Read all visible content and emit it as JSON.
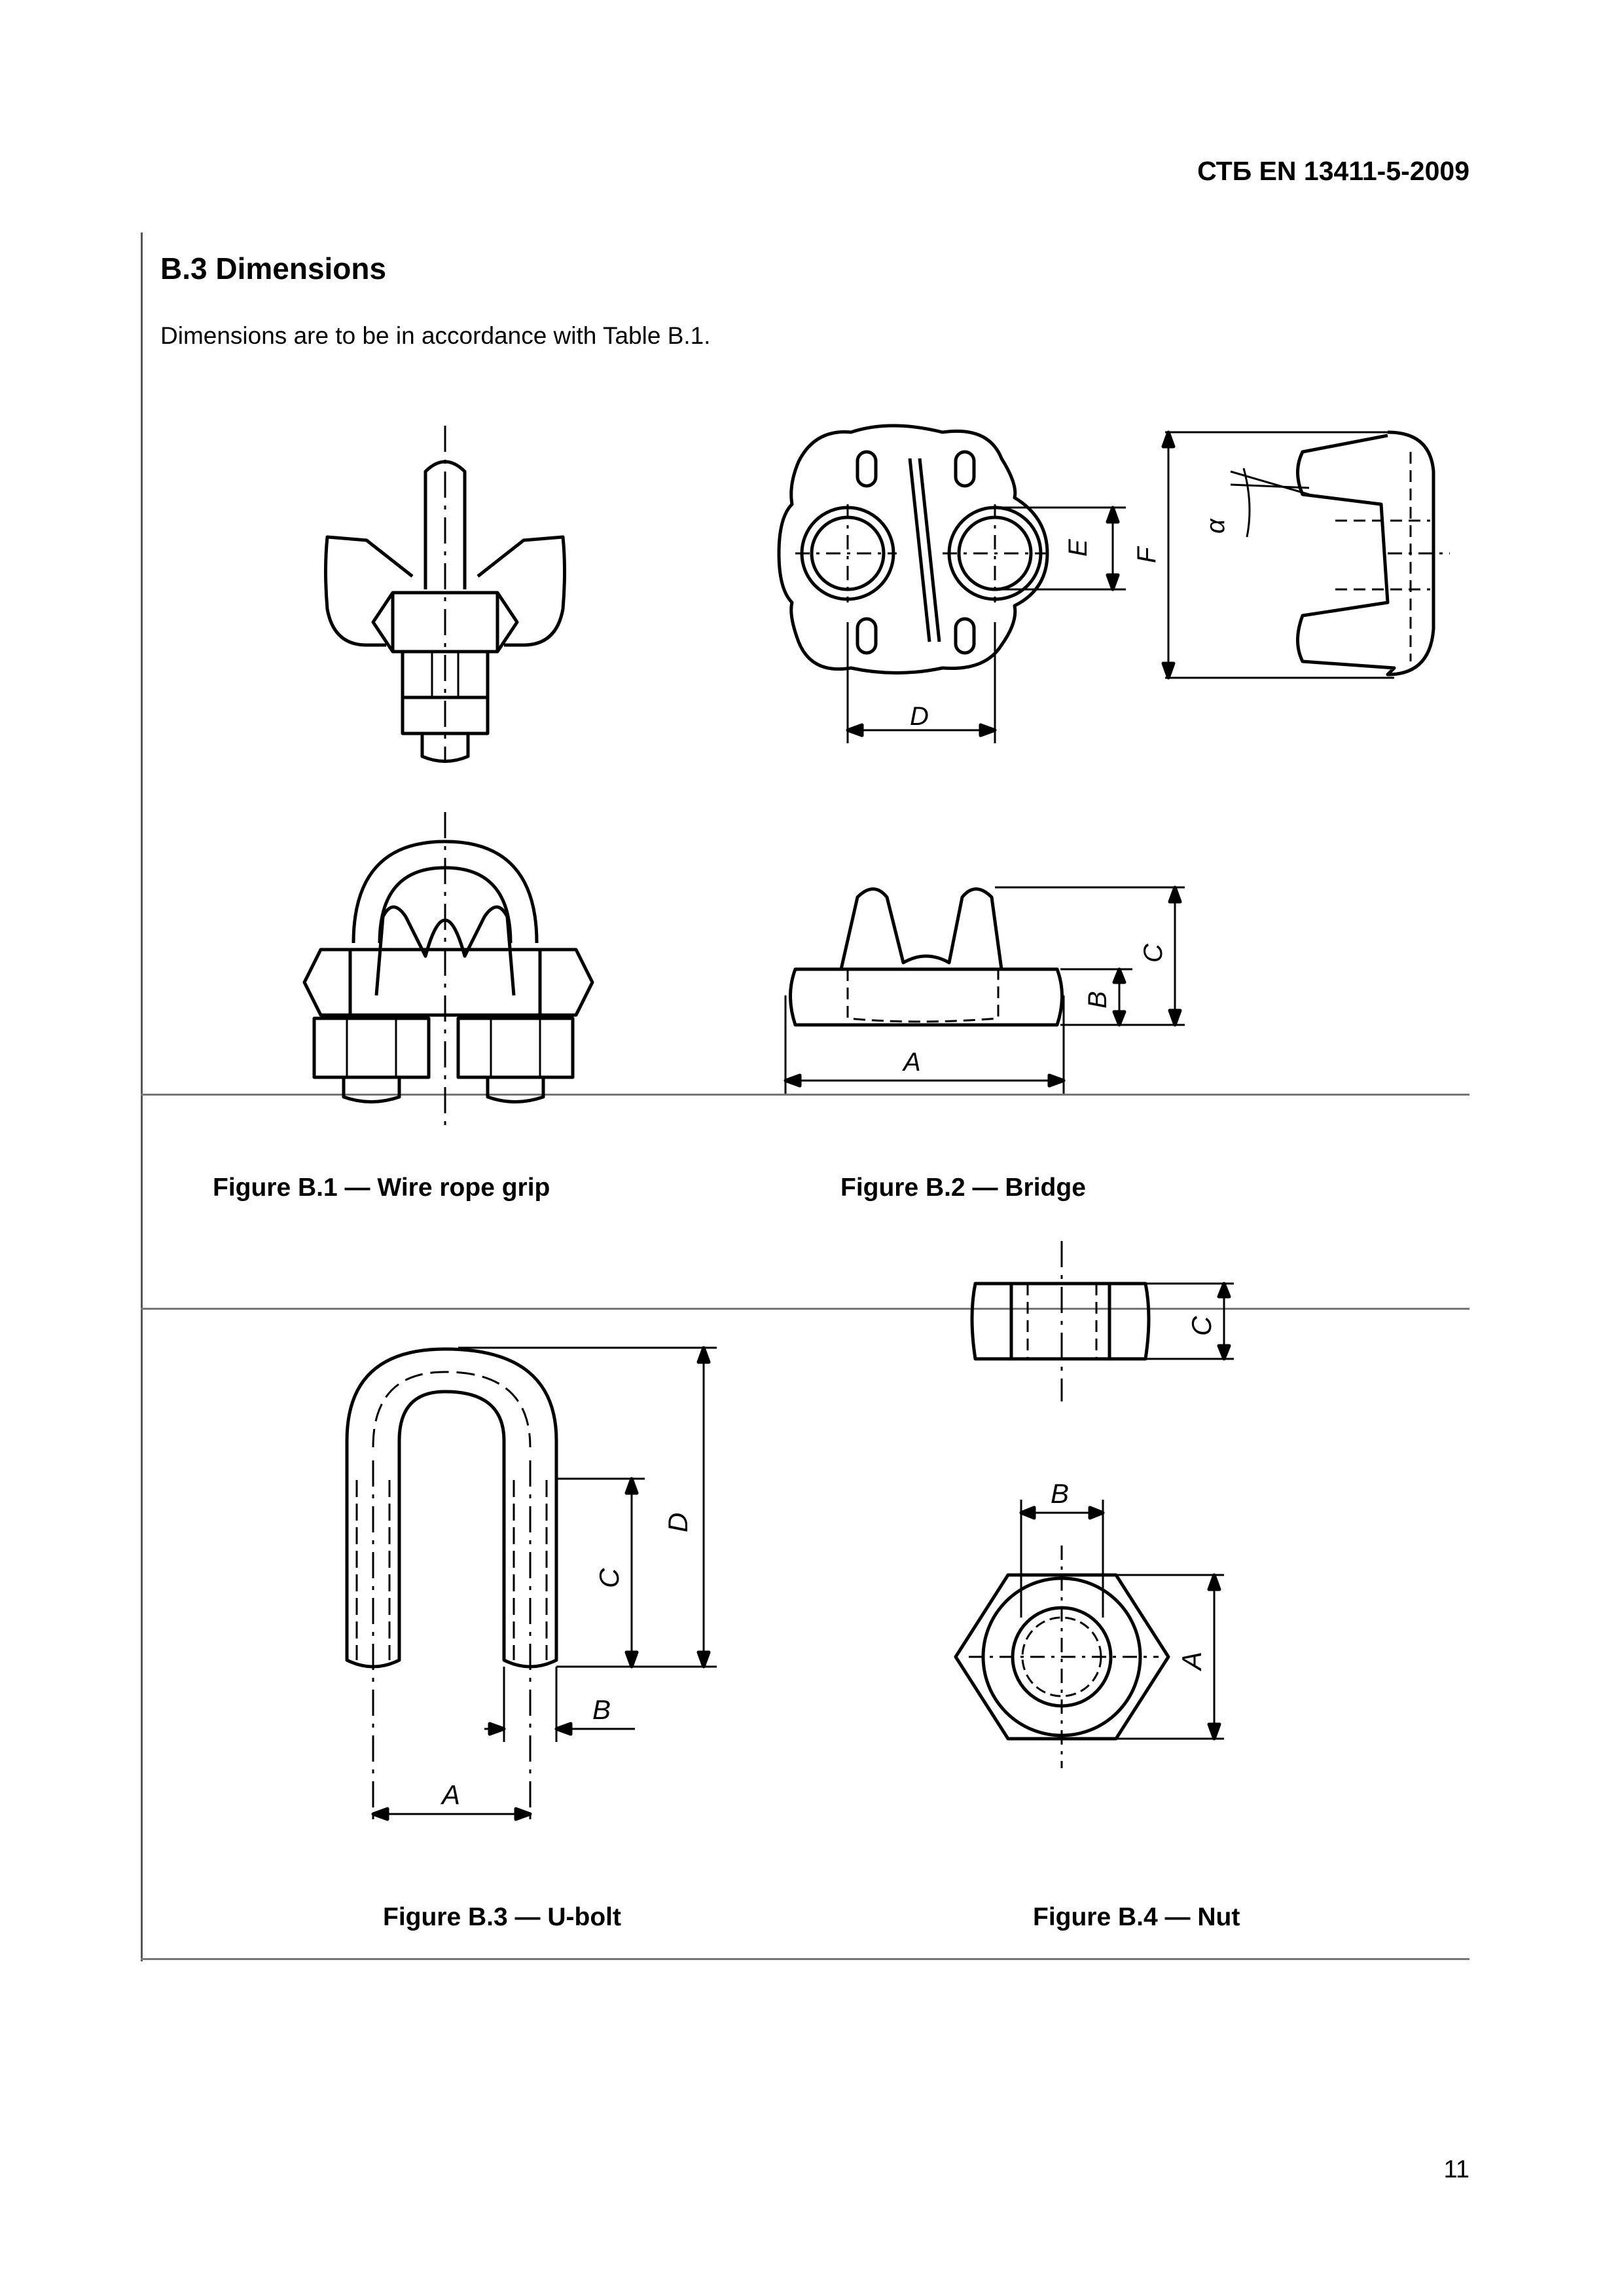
{
  "header": {
    "document_code": "СТБ EN 13411-5-2009"
  },
  "section": {
    "title": "B.3 Dimensions",
    "intro": "Dimensions are to be in accordance with Table B.1."
  },
  "figures": [
    {
      "caption": "Figure B.1 — Wire rope grip",
      "labels": []
    },
    {
      "caption": "Figure B.2 — Bridge",
      "labels": [
        "D",
        "E",
        "F",
        "α",
        "A",
        "B",
        "C"
      ]
    },
    {
      "caption": "Figure B.3 — U-bolt",
      "labels": [
        "D",
        "C",
        "B",
        "A"
      ]
    },
    {
      "caption": "Figure B.4 — Nut",
      "labels": [
        "C",
        "B",
        "A"
      ]
    }
  ],
  "footer": {
    "page_number": "11"
  }
}
